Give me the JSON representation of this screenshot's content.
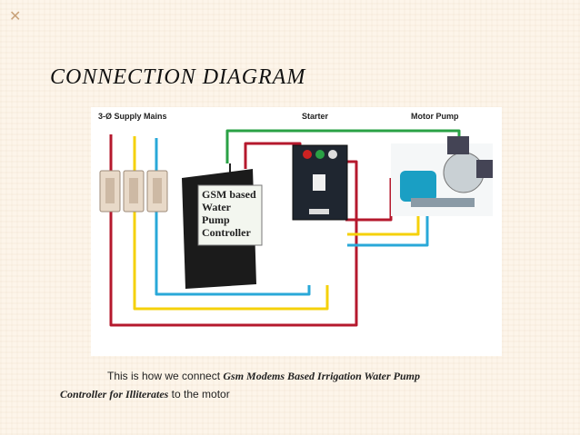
{
  "decoration": {
    "corner_mark": "✕"
  },
  "slide": {
    "title": "CONNECTION DIAGRAM"
  },
  "diagram": {
    "labels": {
      "supply": "3-Ø Supply Mains",
      "starter": "Starter",
      "motor": "Motor Pump"
    },
    "controller_lines": [
      "GSM based",
      "Water",
      "Pump",
      "Controller"
    ],
    "wire_colors": {
      "red": "#b5182d",
      "yellow": "#f5d10a",
      "blue": "#29a8d8",
      "green": "#2aa145"
    }
  },
  "caption": {
    "part1": "This is how we connect ",
    "emphasis1": "Gsm Modems Based Irrigation Water Pump",
    "emphasis2": "Controller for Illiterates",
    "part2": " to the motor"
  }
}
